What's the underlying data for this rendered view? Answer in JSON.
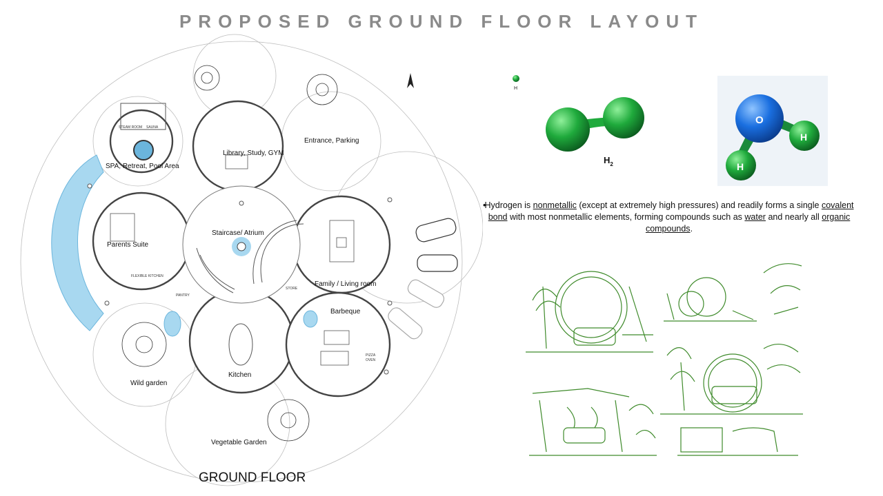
{
  "title": "PROPOSED GROUND FLOOR LAYOUT",
  "floor_caption": "GROUND FLOOR",
  "rooms": {
    "spa": "SPA, Retreat, Pool Area",
    "steam_room": "STEAM ROOM",
    "sauna": "SAUNA",
    "library": "Library, Study, GYM",
    "entrance": "Entrance, Parking",
    "parents_suite": "Parents Suite",
    "flexible_kitchen": "FLEXIBLE KITCHEN",
    "staircase": "Staircase/ Atrium",
    "family": "Family / Living room",
    "store": "STORE",
    "pantry": "PANTRY",
    "barbeque": "Barbeque",
    "pizza_oven_1": "PIZZA",
    "pizza_oven_2": "OVEN",
    "kitchen": "Kitchen",
    "wild_garden": "Wild garden",
    "vegetable_garden": "Vegetable Garden"
  },
  "molecules": {
    "h_atom": "H",
    "h2_label": "H",
    "h2_subscript": "2",
    "water_o": "O",
    "water_h1": "H",
    "water_h2": "H"
  },
  "bullet": {
    "marker": "•",
    "t1": "Hydrogen is ",
    "link1": "nonmetallic",
    "t2": " (except at extremely high pressures) and readily forms a single ",
    "link2": "covalent bond",
    "t3": " with most nonmetallic elements, forming compounds such as ",
    "link3": "water",
    "t4": " and nearly all ",
    "link4": "organic compounds",
    "t5": "."
  },
  "colors": {
    "title": "#8a8a8a",
    "pool": "#a8d8f0",
    "green_molecule": "#1faa3c",
    "blue_molecule": "#1a6fe0",
    "sketch_green": "#3e8a2a",
    "plan_line": "#444444"
  }
}
